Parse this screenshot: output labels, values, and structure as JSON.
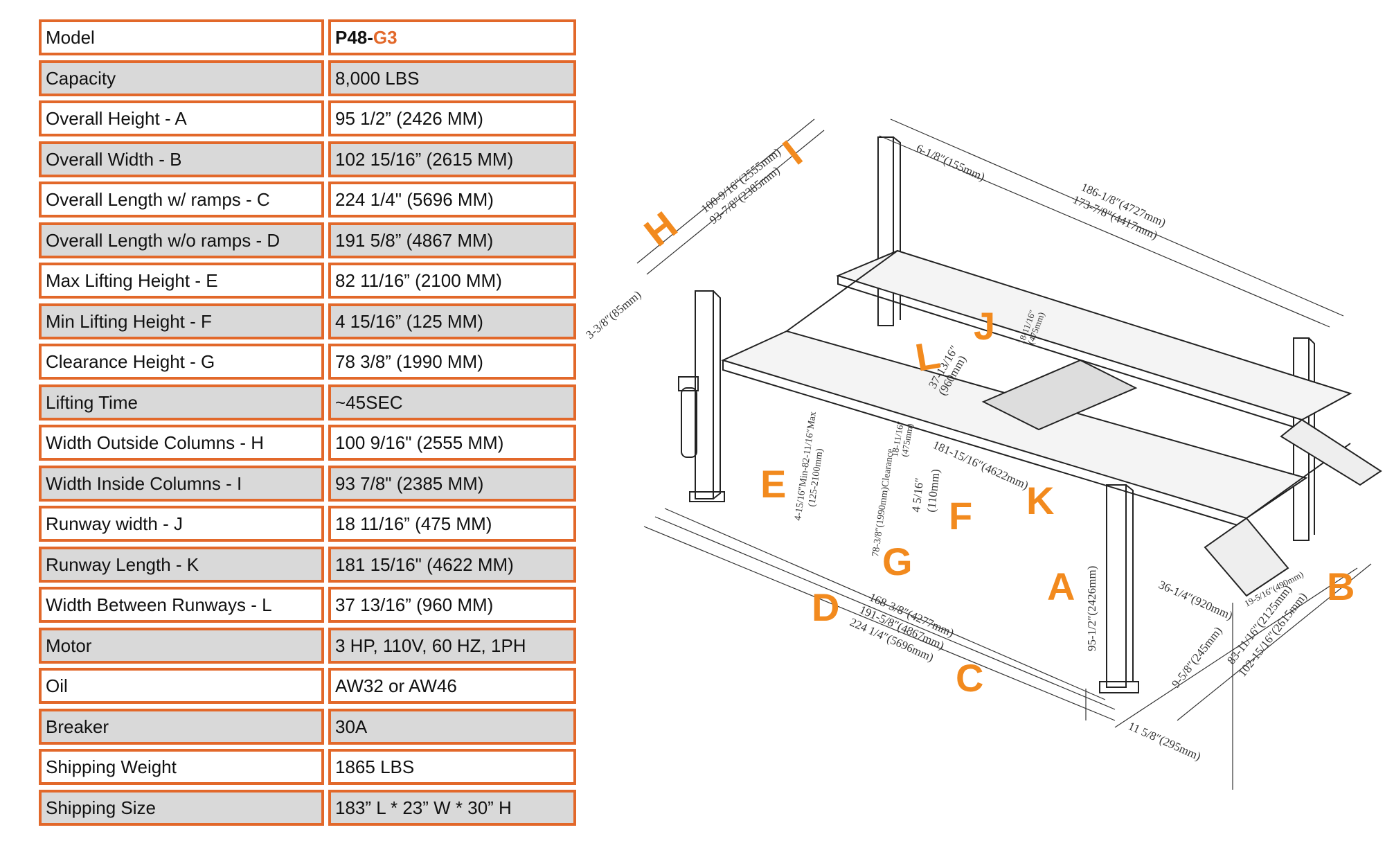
{
  "specs": {
    "model": {
      "label": "Model",
      "value_prefix": "P48-",
      "value_accent": "G3"
    },
    "rows": [
      {
        "label": "Capacity",
        "value": "8,000 LBS"
      },
      {
        "label": "Overall Height - A",
        "value": "95 1/2” (2426 MM)"
      },
      {
        "label": "Overall Width - B",
        "value": "102 15/16” (2615 MM)"
      },
      {
        "label": "Overall Length w/ ramps - C",
        "value": "224 1/4\" (5696 MM)"
      },
      {
        "label": "Overall Length w/o ramps - D",
        "value": "191 5/8” (4867 MM)"
      },
      {
        "label": "Max Lifting Height - E",
        "value": "82 11/16” (2100 MM)"
      },
      {
        "label": "Min Lifting Height - F",
        "value": "4 15/16” (125 MM)"
      },
      {
        "label": "Clearance Height - G",
        "value": "78 3/8” (1990 MM)"
      },
      {
        "label": "Lifting Time",
        "value": "~45SEC"
      },
      {
        "label": "Width Outside Columns - H",
        "value": "100 9/16\" (2555 MM)"
      },
      {
        "label": "Width Inside Columns - I",
        "value": "93 7/8\" (2385 MM)"
      },
      {
        "label": "Runway width - J",
        "value": "18 11/16” (475 MM)"
      },
      {
        "label": "Runway Length - K",
        "value": "181 15/16\" (4622 MM)"
      },
      {
        "label": "Width Between Runways - L",
        "value": "37 13/16” (960 MM)"
      },
      {
        "label": "Motor",
        "value": "3 HP, 110V, 60 HZ, 1PH"
      },
      {
        "label": "Oil",
        "value": "AW32 or AW46"
      },
      {
        "label": "Breaker",
        "value": "30A"
      },
      {
        "label": "Shipping Weight",
        "value": "1865 LBS"
      },
      {
        "label": "Shipping Size",
        "value": "183” L * 23” W * 30” H"
      }
    ]
  },
  "diagram": {
    "letters": {
      "A": "A",
      "B": "B",
      "C": "C",
      "D": "D",
      "E": "E",
      "F": "F",
      "G": "G",
      "H": "H",
      "I": "I",
      "J": "J",
      "K": "K",
      "L": "L"
    },
    "dims": {
      "h1": "100-9/16″(2555mm)",
      "h2": "93-7/8″(2385mm)",
      "col_off": "6-1/8″(155mm)",
      "len1": "186-1/8″(4727mm)",
      "len2": "173-7/8″(4417mm)",
      "side": "3-3/8″(85mm)",
      "runway_w": "18-11/16″",
      "runway_w_mm": "(475mm)",
      "between": "37-13/16″",
      "between_mm": "(960mm)",
      "runway_l": "181-15/16″(4622mm)",
      "max_h": "4-15/16″Min-82-11/16″Max",
      "max_h_mm": "(125-2100mm)",
      "clearance": "78-3/8″(1990mm)Clearance",
      "min_h": "4 5/16″",
      "min_h_mm": "(110mm)",
      "small_w": "18-11/16″",
      "small_w_mm": "(475mm)",
      "d1": "168-3/8″(4277mm)",
      "d2": "191-5/8″(4867mm)",
      "d3": "224 1/4″(5696mm)",
      "height": "95-1/2″(2426mm)",
      "ramp": "36-1/4″(920mm)",
      "ramp2": "19-5/16″(490mm)",
      "w1": "83-11/16″(2125mm)",
      "w2": "102-15/16″(2615mm)",
      "foot": "9-5/8″(245mm)",
      "foot2": "11 5/8″(295mm)"
    }
  }
}
